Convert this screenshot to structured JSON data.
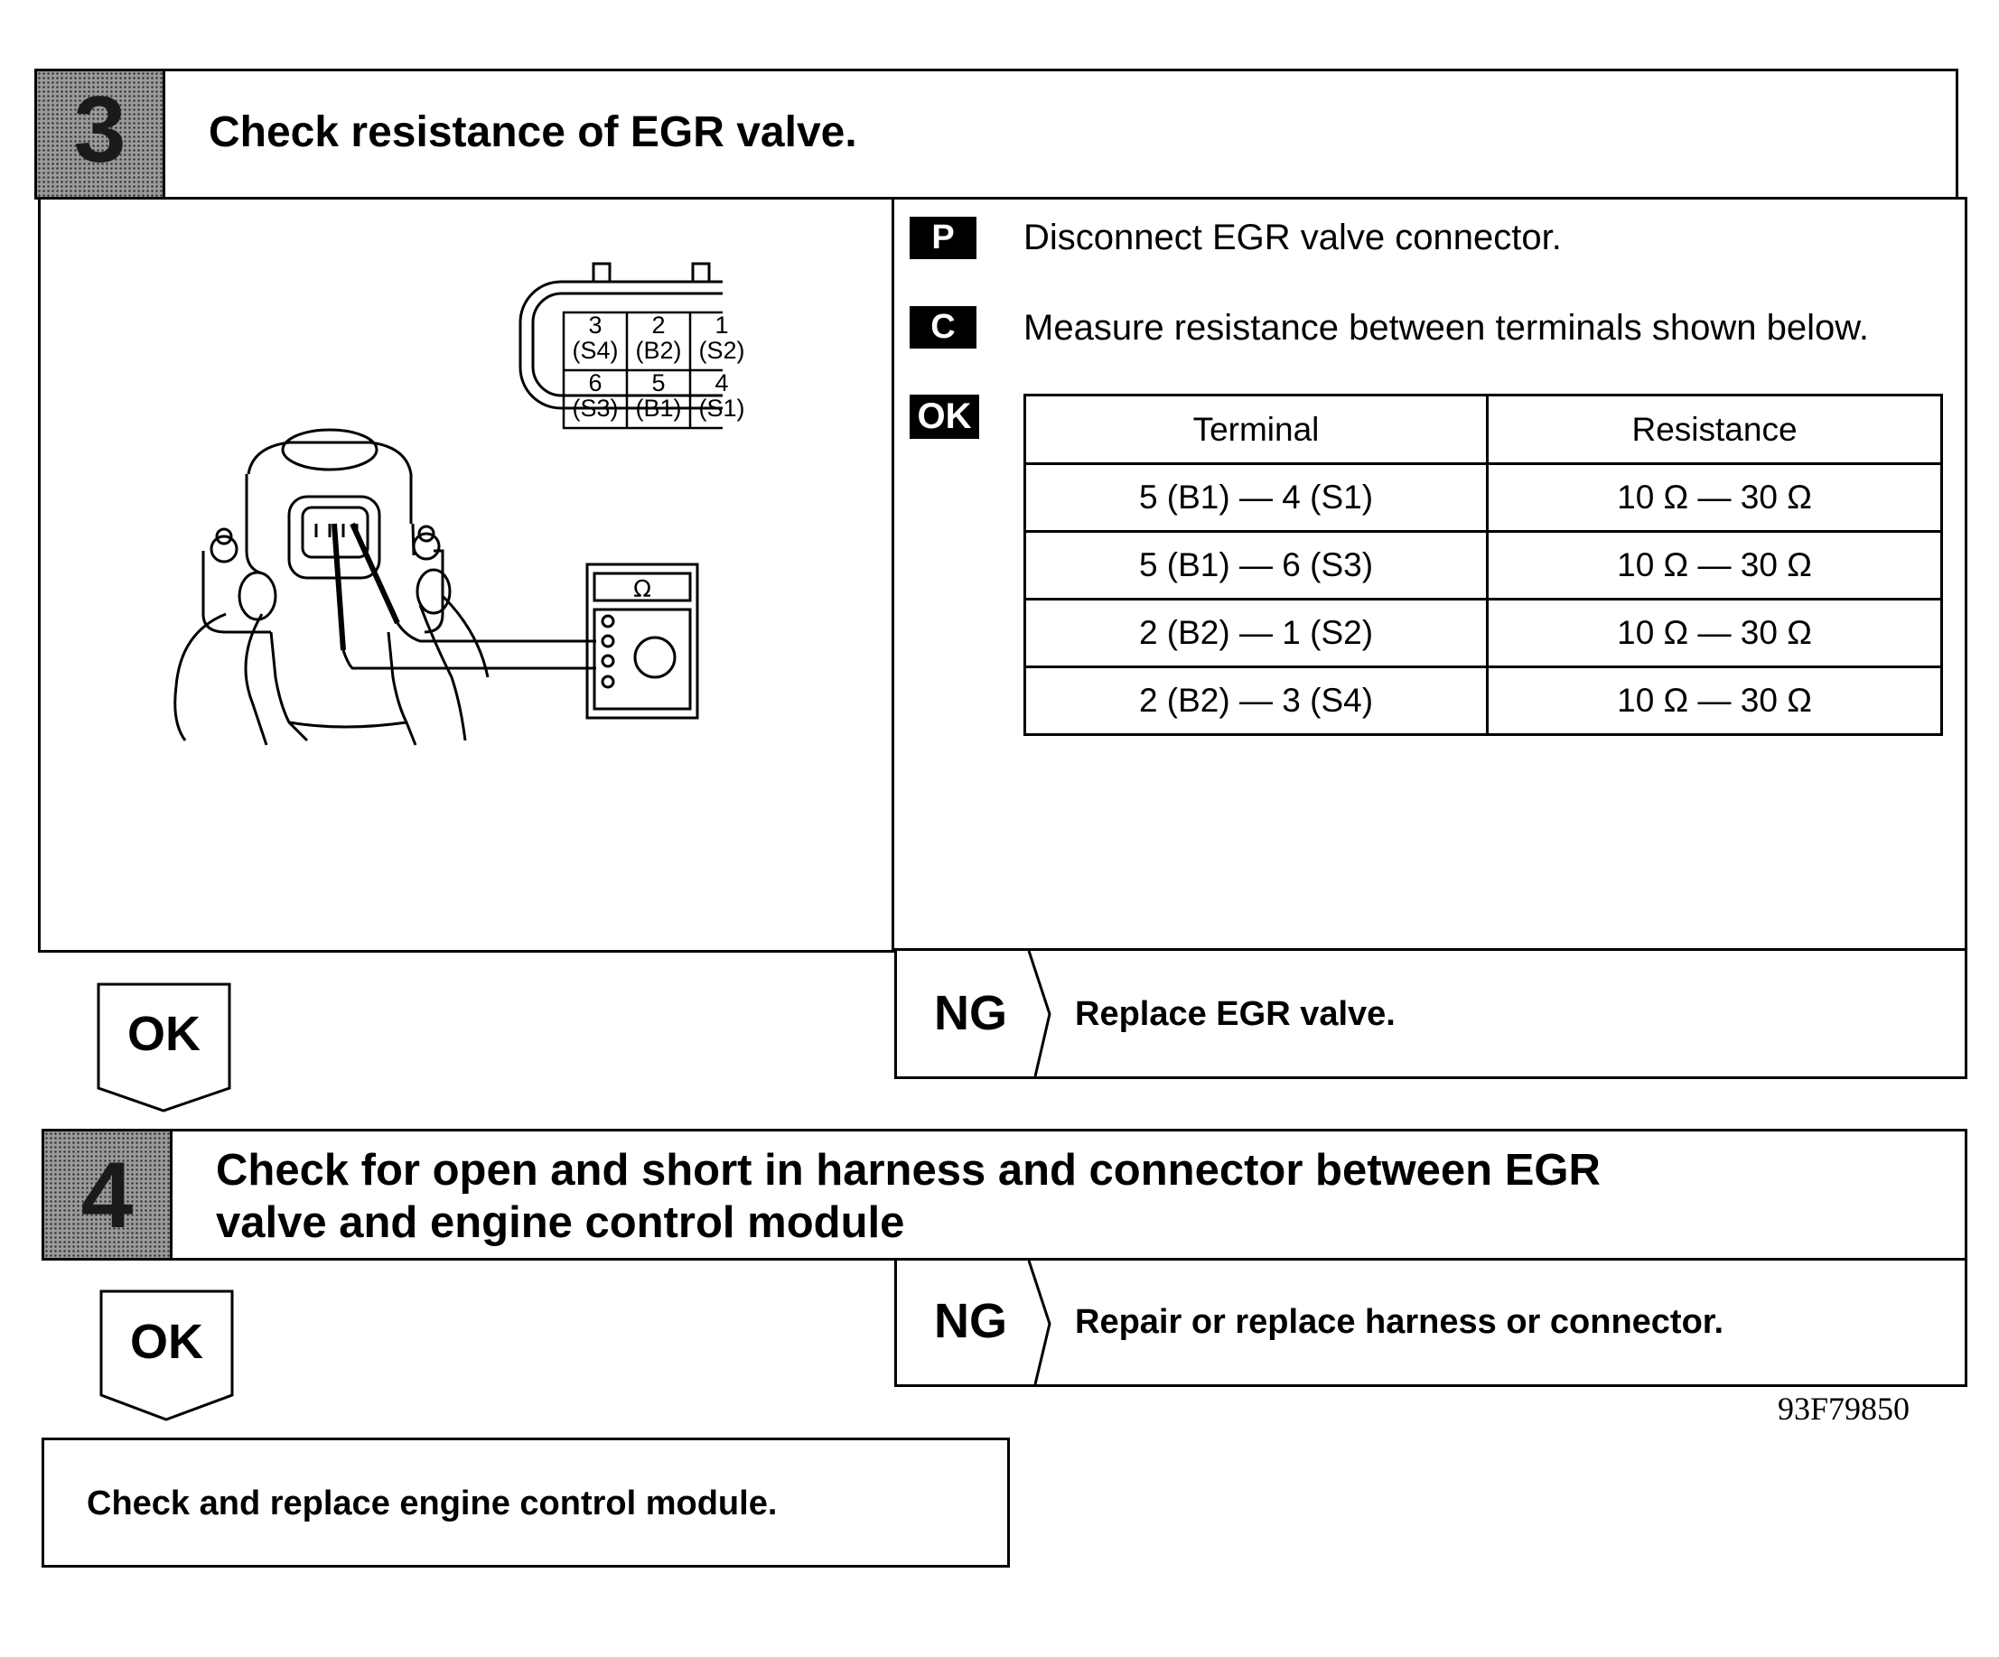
{
  "step3": {
    "number": "3",
    "title": "Check resistance of EGR valve.",
    "tags": {
      "p": "P",
      "c": "C",
      "ok": "OK"
    },
    "instruction_p": "Disconnect EGR valve connector.",
    "instruction_c": "Measure resistance between terminals shown below.",
    "table": {
      "headers": [
        "Terminal",
        "Resistance"
      ],
      "rows": [
        [
          "5 (B1) — 4 (S1)",
          "10 Ω — 30 Ω"
        ],
        [
          "5 (B1) — 6 (S3)",
          "10 Ω — 30 Ω"
        ],
        [
          "2 (B2) — 1 (S2)",
          "10 Ω — 30 Ω"
        ],
        [
          "2 (B2) — 3 (S4)",
          "10 Ω — 30 Ω"
        ]
      ]
    },
    "connector": {
      "cells": [
        {
          "num": "3",
          "label": "(S4)"
        },
        {
          "num": "2",
          "label": "(B2)"
        },
        {
          "num": "1",
          "label": "(S2)"
        },
        {
          "num": "6",
          "label": "(S3)"
        },
        {
          "num": "5",
          "label": "(B1)"
        },
        {
          "num": "4",
          "label": "(S1)"
        }
      ]
    },
    "meter_symbol": "Ω",
    "ok_label": "OK",
    "ng_label": "NG",
    "ng_action": "Replace EGR valve."
  },
  "step4": {
    "number": "4",
    "title_line1": "Check for open and short in harness and connector between EGR",
    "title_line2": "valve and engine control module",
    "ok_label": "OK",
    "ng_label": "NG",
    "ng_action": "Repair or replace harness or connector."
  },
  "image_id": "93F79850",
  "final_action": "Check and replace engine control module."
}
